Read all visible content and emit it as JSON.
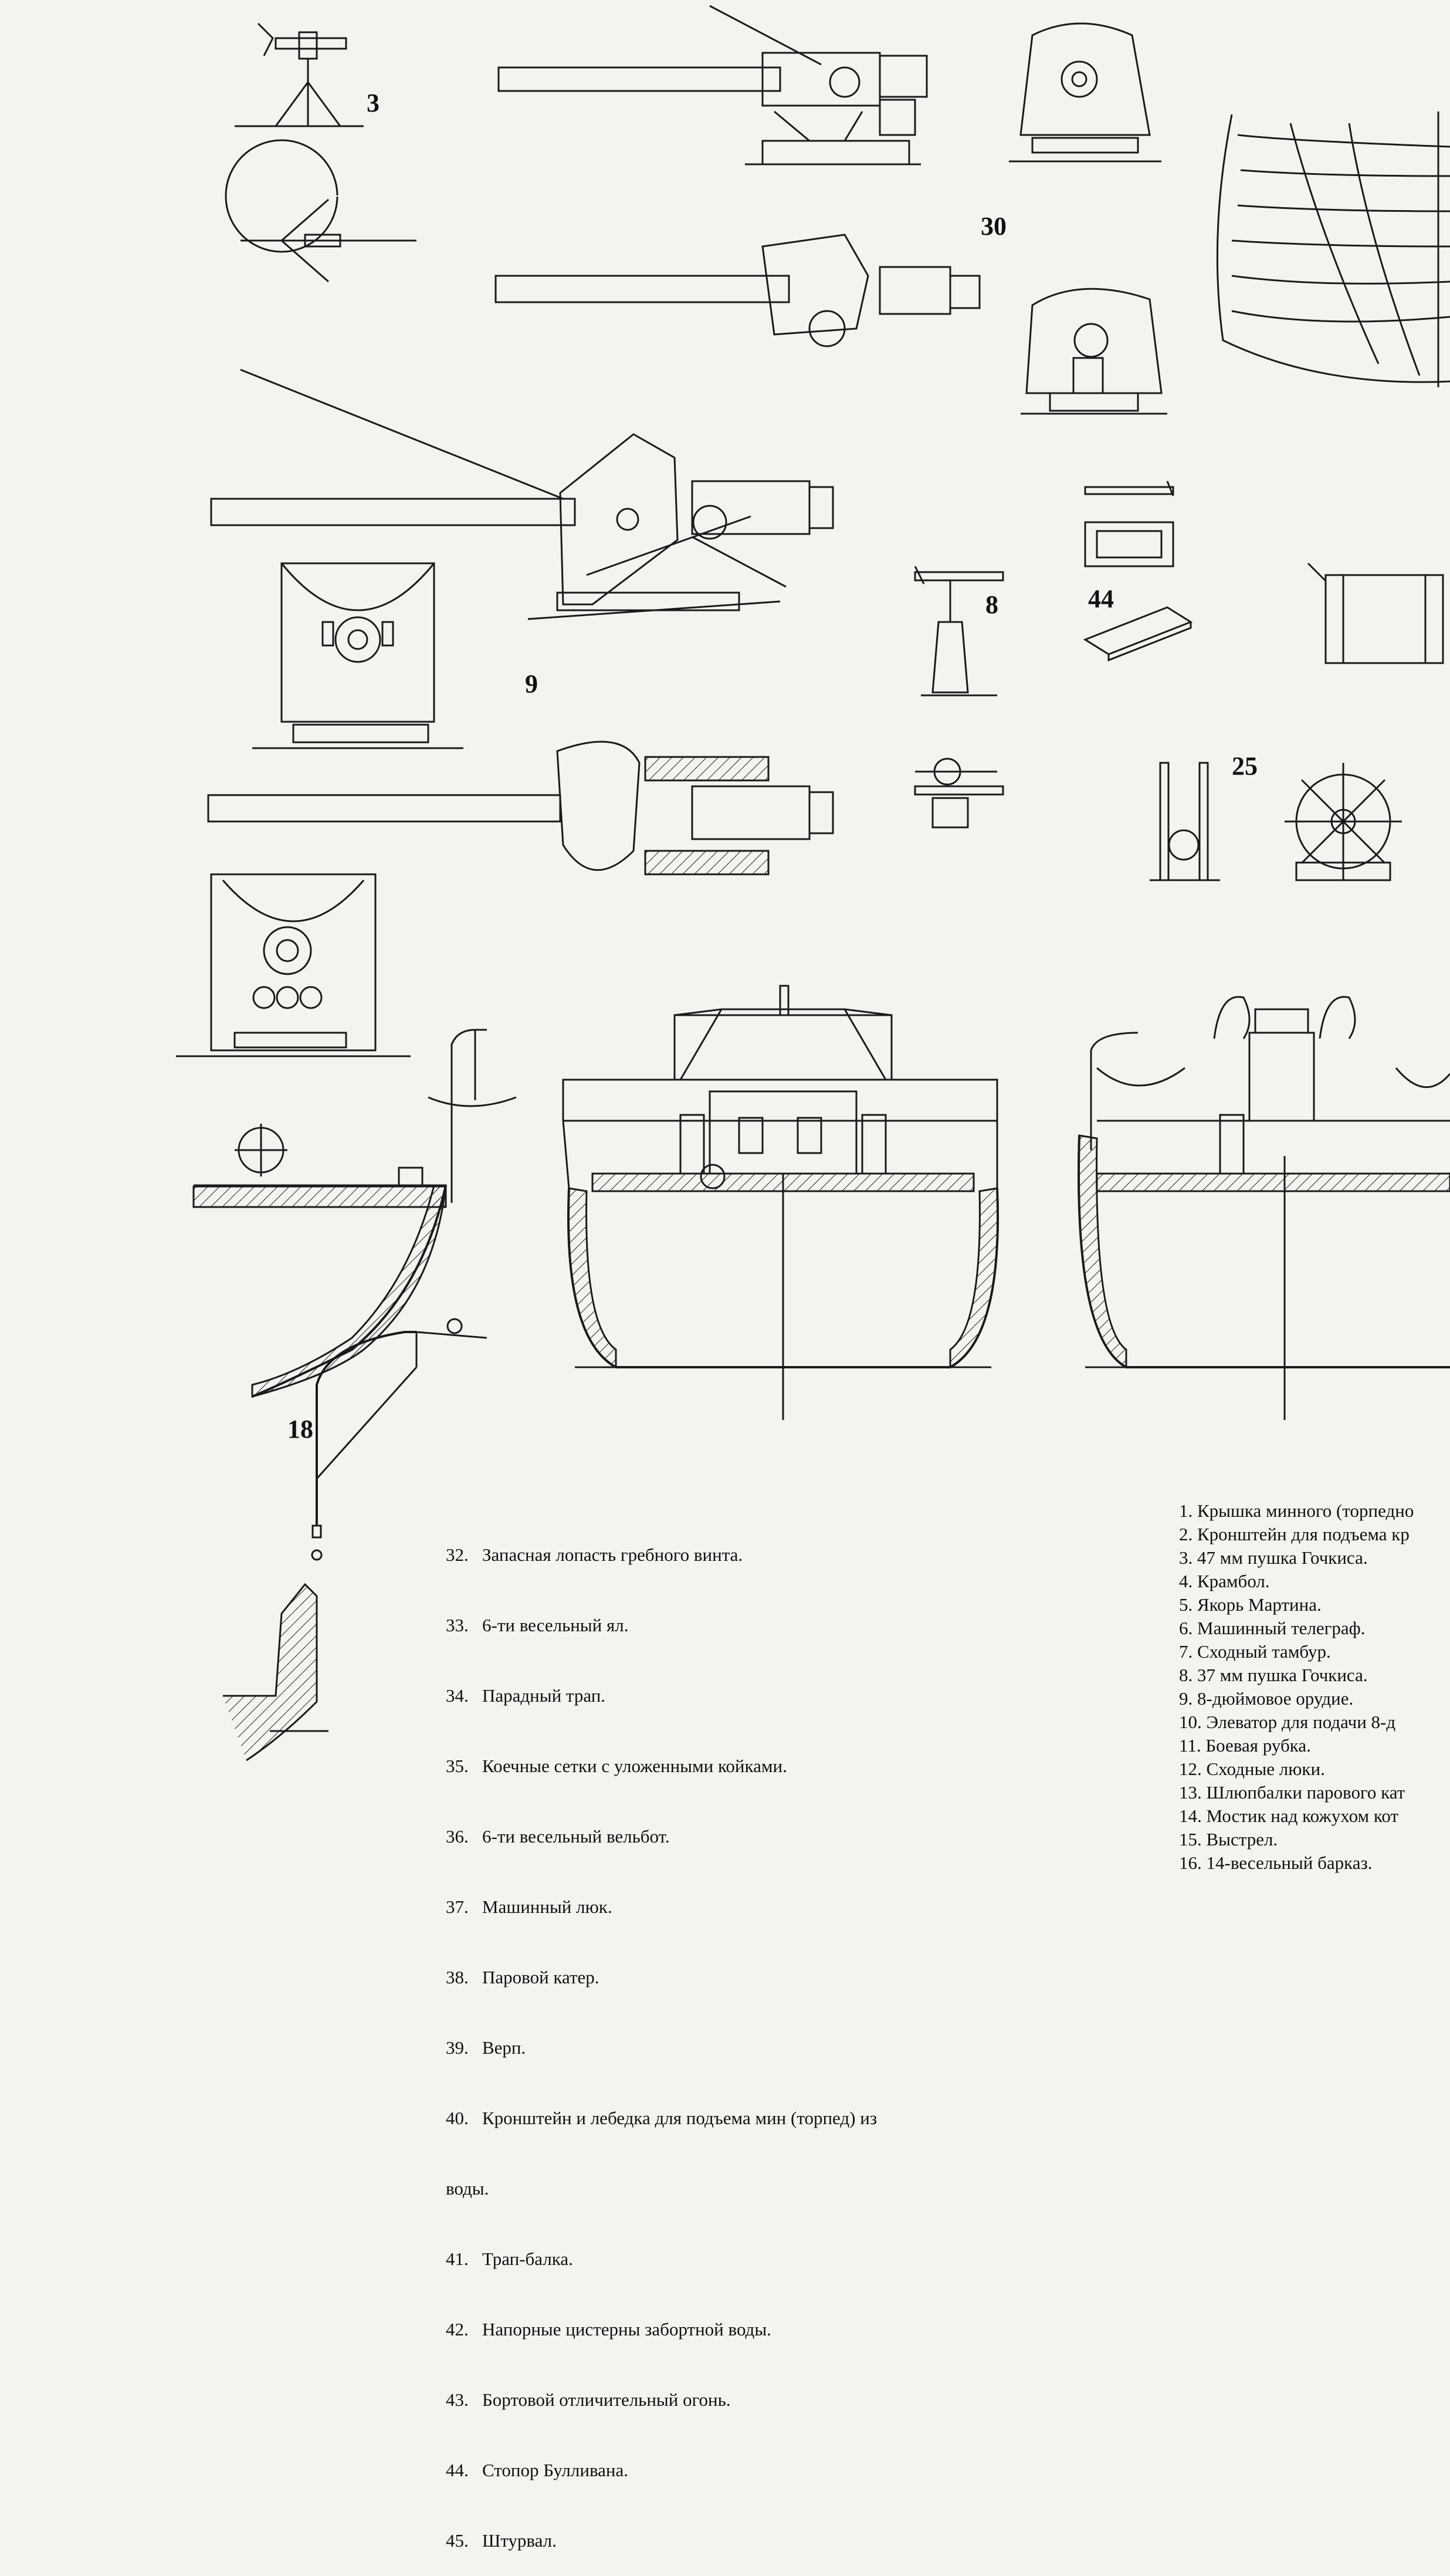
{
  "labels": {
    "n3": "3",
    "n30": "30",
    "n8": "8",
    "n44": "44",
    "n9": "9",
    "n25": "25",
    "n18": "18"
  },
  "legend_left": [
    "32.   Запасная лопасть гребного винта.",
    "33.   6-ти весельный ял.",
    "34.   Парадный трап.",
    "35.   Коечные сетки с уложенными койками.",
    "36.   6-ти весельный вельбот.",
    "37.   Машинный люк.",
    "38.   Паровой катер.",
    "39.   Верп.",
    "40.   Кронштейн и лебедка для подъема мин (торпед) из",
    "воды.",
    "41.   Трап-балка.",
    "42.   Напорные цистерны забортной воды.",
    "43.   Бортовой отличительный огонь.",
    "44.   Стопор Булливана.",
    "45.   Штурвал."
  ],
  "legend_right": [
    "1. Крышка минного (торпедно",
    "2. Кронштейн для подъема кр",
    "3. 47 мм пушка Гочкиса.",
    "4. Крамбол.",
    "5. Якорь Мартина.",
    "6. Машинный телеграф.",
    "7. Сходный тамбур.",
    "8. 37 мм пушка Гочкиса.",
    "9. 8-дюймовое орудие.",
    "10.   Элеватор для подачи 8-д",
    "11.   Боевая рубка.",
    "12.   Сходные люки.",
    "13.   Шлюпбалки парового кат",
    "14.   Мостик над кожухом кот",
    "15.   Выстрел.",
    "16.   14-весельный барказ."
  ]
}
